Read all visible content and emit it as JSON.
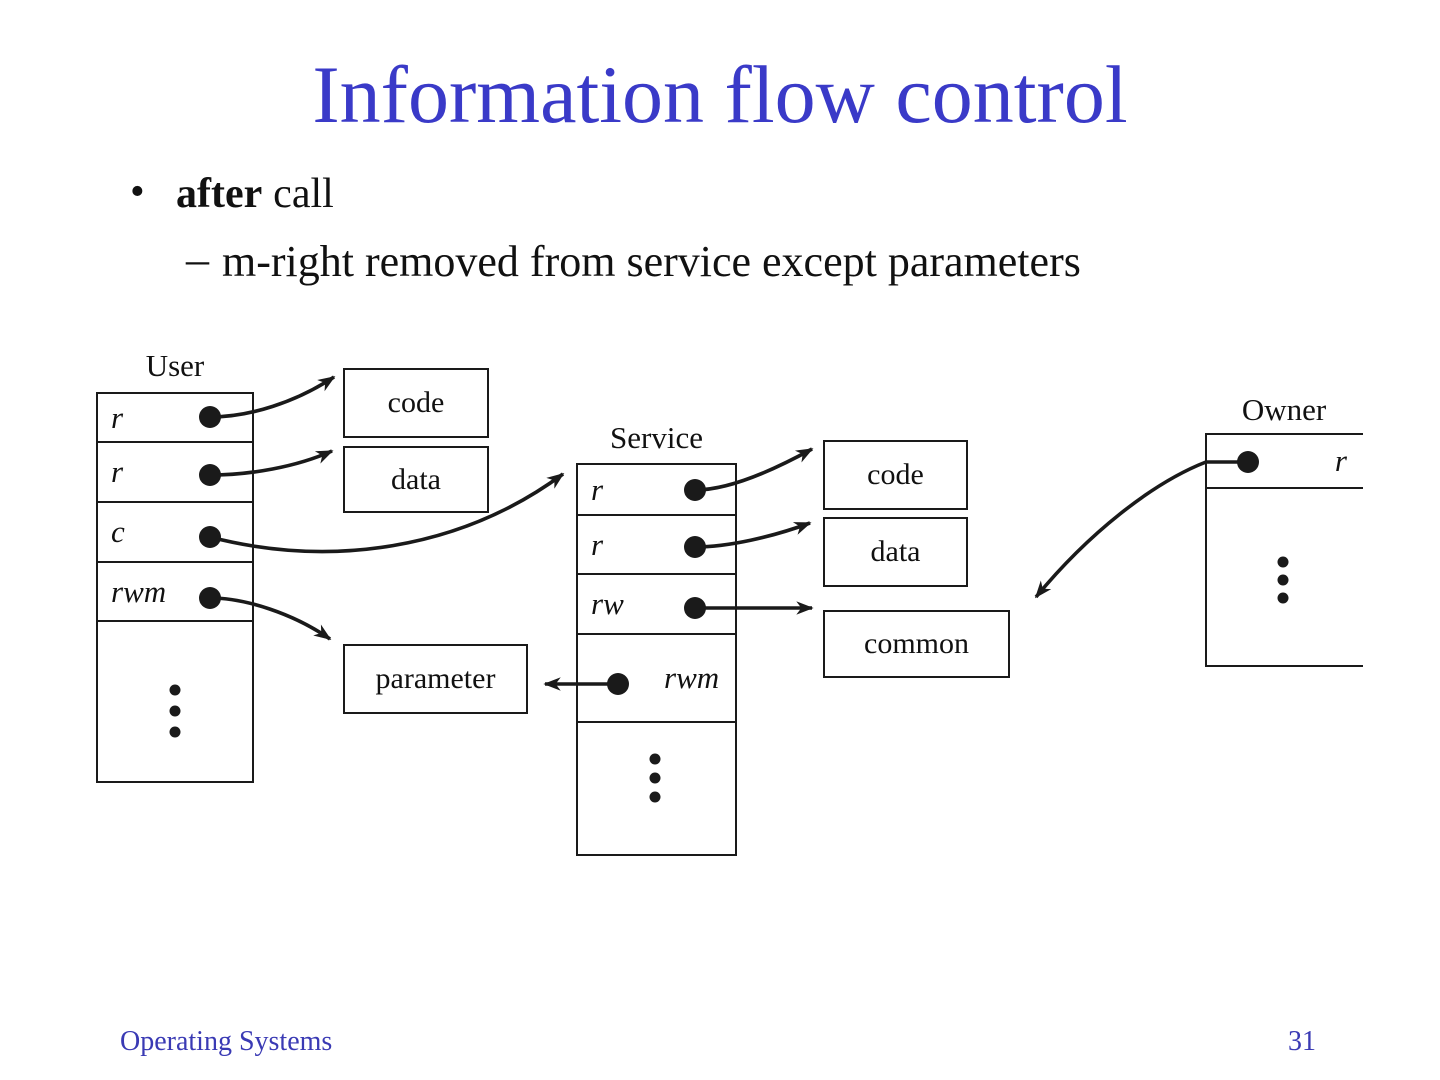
{
  "slide": {
    "title": "Information flow control",
    "bullets": {
      "glyph": "•",
      "main_bold": "after",
      "main_rest": "call",
      "sub_dash": "–",
      "sub_text": "m-right removed from service except parameters"
    },
    "footer": {
      "left": "Operating Systems",
      "page": "31"
    },
    "colors": {
      "accent_blue": "#3a3ac8",
      "line": "#1a1a1a"
    }
  },
  "diagram": {
    "user": {
      "label": "User",
      "rows": [
        "r",
        "r",
        "c",
        "rwm"
      ]
    },
    "service": {
      "label": "Service",
      "rows": [
        "r",
        "r",
        "rw",
        "rwm"
      ]
    },
    "owner": {
      "label": "Owner",
      "rows": [
        "r"
      ]
    },
    "boxes": {
      "user_code": "code",
      "user_data": "data",
      "parameter": "parameter",
      "service_code": "code",
      "service_data": "data",
      "common": "common"
    }
  }
}
